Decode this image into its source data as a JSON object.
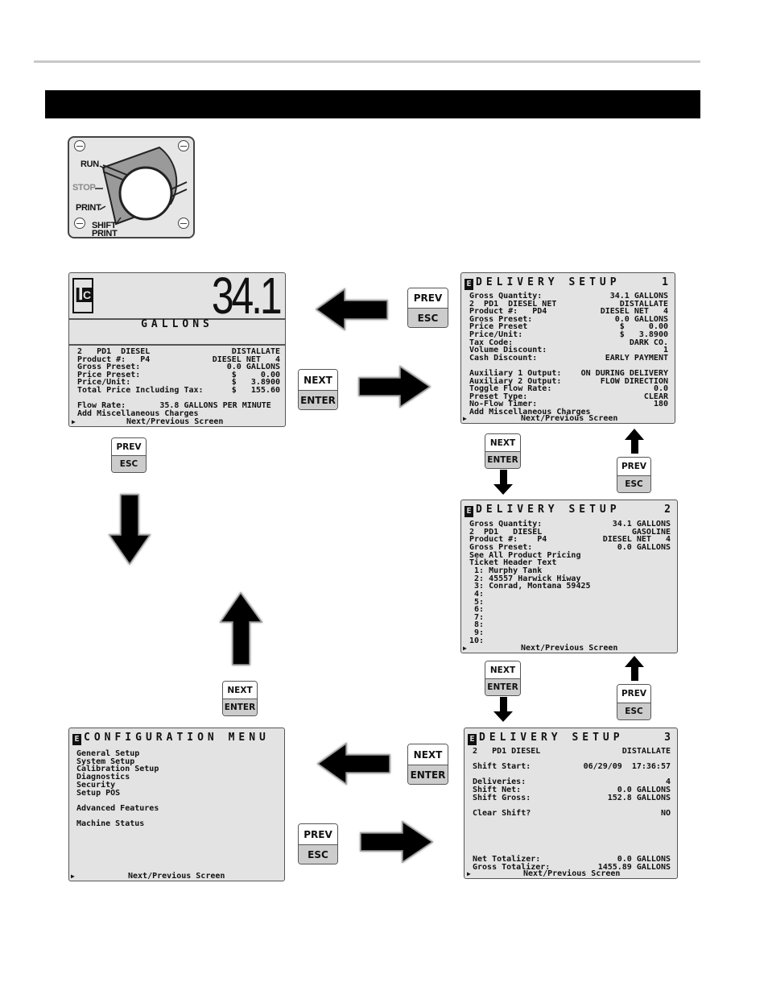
{
  "switch": {
    "run": "RUN",
    "stop": "STOP",
    "print": "PRINT",
    "shift_print_1": "SHIFT",
    "shift_print_2": "PRINT"
  },
  "keys": {
    "next": "NEXT",
    "enter": "ENTER",
    "prev": "PREV",
    "esc": "ESC"
  },
  "main_screen": {
    "logo_l": "L",
    "logo_c": "C",
    "big_number": "34.1",
    "units": "GALLONS",
    "rows": [
      {
        "left": "2   PD1  DIESEL",
        "right": "DISTALLATE"
      },
      {
        "left": "Product #:   P4",
        "right": "DIESEL NET   4"
      },
      {
        "left": "Gross Preset:",
        "right": "0.0 GALLONS"
      },
      {
        "left": "Price Preset:",
        "right": "$     0.00"
      },
      {
        "left": "Price/Unit:",
        "right": "$   3.8900"
      },
      {
        "left": "Total Price Including Tax:",
        "right": "$   155.60"
      },
      {
        "left": "",
        "right": ""
      },
      {
        "left": "Flow Rate:       35.8 GALLONS PER MINUTE",
        "right": ""
      },
      {
        "left": "Add Miscellaneous Charges",
        "right": ""
      }
    ],
    "footer": "Next/Previous Screen"
  },
  "delivery_setup_1": {
    "title": "DELIVERY SETUP",
    "page": "1",
    "rows": [
      {
        "left": "Gross Quantity:",
        "right": "34.1 GALLONS"
      },
      {
        "left": "2  PD1  DIESEL NET",
        "right": "DISTALLATE"
      },
      {
        "left": "Product #:   PD4",
        "right": "DIESEL NET   4"
      },
      {
        "left": "Gross Preset:",
        "right": "0.0 GALLONS"
      },
      {
        "left": "Price Preset",
        "right": "$     0.00"
      },
      {
        "left": "Price/Unit:",
        "right": "$   3.8900"
      },
      {
        "left": "Tax Code:",
        "right": "DARK CO."
      },
      {
        "left": "Volume Discount:",
        "right": "1"
      },
      {
        "left": "Cash Discount:",
        "right": "EARLY PAYMENT"
      },
      {
        "left": "",
        "right": ""
      },
      {
        "left": "Auxiliary 1 Output:",
        "right": "ON DURING DELIVERY"
      },
      {
        "left": "Auxiliary 2 Output:",
        "right": "FLOW DIRECTION"
      },
      {
        "left": "Toggle Flow Rate:",
        "right": "0.0"
      },
      {
        "left": "Preset Type:",
        "right": "CLEAR"
      },
      {
        "left": "No-Flow Timer:",
        "right": "180"
      },
      {
        "left": "Add Miscellaneous Charges",
        "right": ""
      }
    ],
    "footer": "Next/Previous Screen"
  },
  "delivery_setup_2": {
    "title": "DELIVERY SETUP",
    "page": "2",
    "rows": [
      {
        "left": "Gross Quantity:",
        "right": "34.1 GALLONS"
      },
      {
        "left": "2  PD1   DIESEL",
        "right": "GASOLINE"
      },
      {
        "left": "Product #:    P4",
        "right": "DIESEL NET   4"
      },
      {
        "left": "Gross Preset:",
        "right": "0.0 GALLONS"
      },
      {
        "left": "See All Product Pricing",
        "right": ""
      },
      {
        "left": "Ticket Header Text",
        "right": ""
      },
      {
        "left": " 1: Murphy Tank",
        "right": ""
      },
      {
        "left": " 2: 45557 Harwick Hiway",
        "right": ""
      },
      {
        "left": " 3: Conrad, Montana 59425",
        "right": ""
      },
      {
        "left": " 4:",
        "right": ""
      },
      {
        "left": " 5:",
        "right": ""
      },
      {
        "left": " 6:",
        "right": ""
      },
      {
        "left": " 7:",
        "right": ""
      },
      {
        "left": " 8:",
        "right": ""
      },
      {
        "left": " 9:",
        "right": ""
      },
      {
        "left": "10:",
        "right": ""
      }
    ],
    "footer": "Next/Previous Screen"
  },
  "delivery_setup_3": {
    "title": "DELIVERY SETUP",
    "page": "3",
    "rows": [
      {
        "left": "2   PD1 DIESEL",
        "right": "DISTALLATE"
      },
      {
        "left": "",
        "right": ""
      },
      {
        "left": "Shift Start:",
        "right": "06/29/09  17:36:57"
      },
      {
        "left": "",
        "right": ""
      },
      {
        "left": "Deliveries:",
        "right": "4"
      },
      {
        "left": "Shift Net:",
        "right": "0.0 GALLONS"
      },
      {
        "left": "Shift Gross:",
        "right": "152.8 GALLONS"
      },
      {
        "left": "",
        "right": ""
      },
      {
        "left": "Clear Shift?",
        "right": "NO"
      },
      {
        "left": "",
        "right": ""
      },
      {
        "left": "",
        "right": ""
      },
      {
        "left": "",
        "right": ""
      },
      {
        "left": "",
        "right": ""
      },
      {
        "left": "",
        "right": ""
      },
      {
        "left": "Net Totalizer:",
        "right": "0.0 GALLONS"
      },
      {
        "left": "Gross Totalizer:",
        "right": "1455.89 GALLONS"
      }
    ],
    "footer": "Next/Previous Screen"
  },
  "config_menu": {
    "title": "CONFIGURATION MENU",
    "items": [
      "General Setup",
      "System Setup",
      "Calibration Setup",
      "Diagnostics",
      "Security",
      "Setup POS",
      "",
      "Advanced Features",
      "",
      "Machine Status"
    ],
    "footer": "Next/Previous Screen"
  }
}
